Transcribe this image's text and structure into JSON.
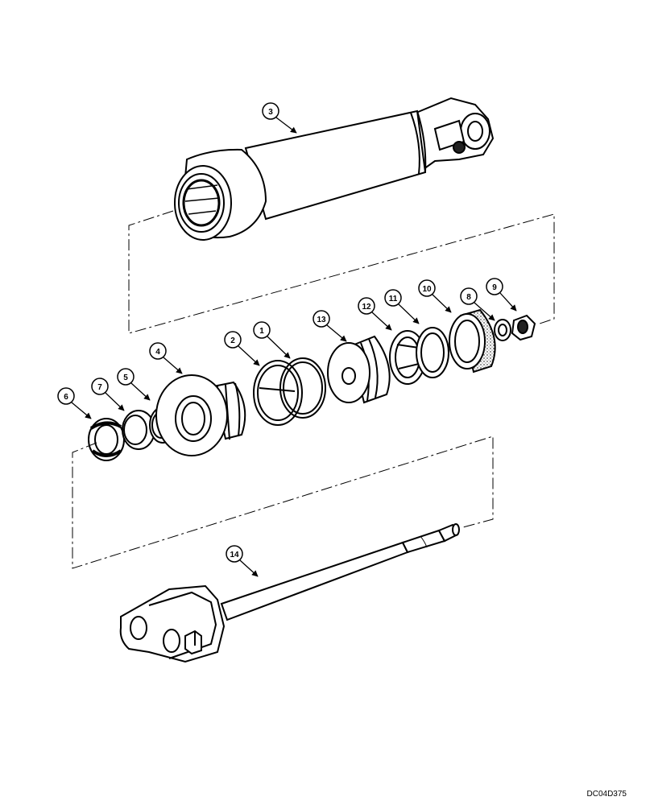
{
  "diagram_code": "DC04D375",
  "callouts": {
    "c1": "1",
    "c2": "2",
    "c3": "3",
    "c4": "4",
    "c5": "5",
    "c6": "6",
    "c7": "7",
    "c8": "8",
    "c9": "9",
    "c10": "10",
    "c11": "11",
    "c12": "12",
    "c13": "13",
    "c14": "14"
  }
}
